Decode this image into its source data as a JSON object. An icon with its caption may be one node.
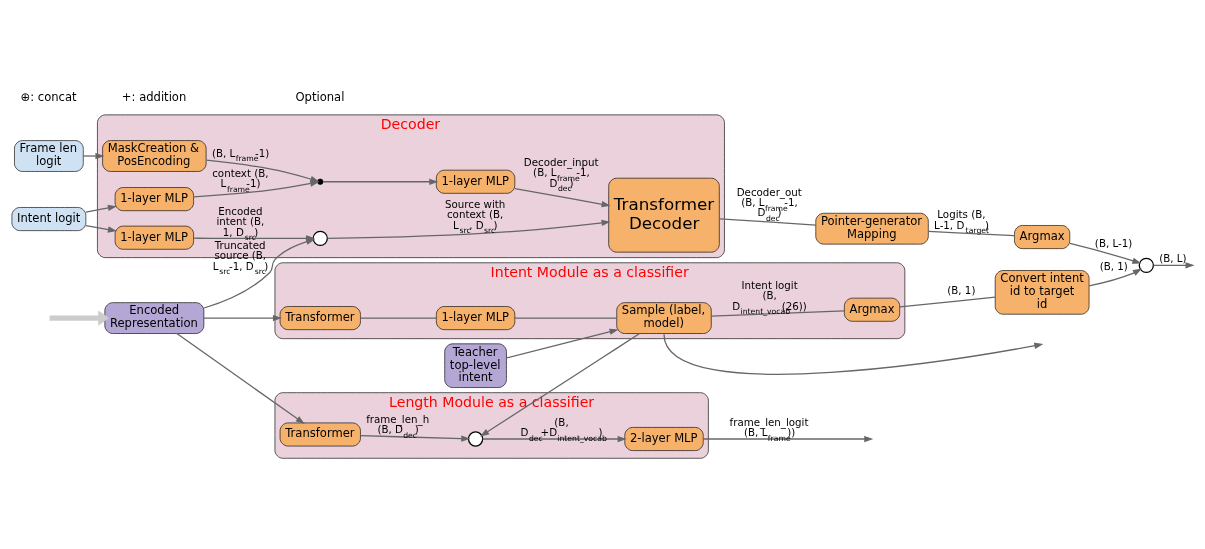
{
  "diagram": {
    "nodes": [
      {
        "text": [
          "Frame len logit"
        ]
      },
      {
        "text": [
          "Intent logit"
        ]
      },
      {
        "text": [
          "Decoder"
        ]
      },
      {
        "text": [
          "MaskCreation & PosEncoding"
        ],
        "in": 2
      },
      {
        "text": [
          "1-layer MLP"
        ],
        "in": 2
      },
      {
        "text": [
          "1-layer MLP"
        ],
        "in": 2
      },
      {
        "text": [],
        "shape": "plus",
        "in": 2
      },
      {
        "text": [
          "1-layer MLP"
        ],
        "in": 2
      },
      {
        "text": [
          "Transformer Decoder"
        ],
        "in": 2
      },
      {
        "text": [],
        "shape": "circle",
        "in": 2
      },
      {
        "text": [
          "Pointer-generator Mapping"
        ]
      },
      {
        "text": [
          "Argmax"
        ]
      },
      {
        "text": [],
        "shape": "circle"
      },
      {
        "text": [
          "Encoded Representation"
        ]
      },
      {
        "text": [
          "Length Module as a classifier"
        ]
      },
      {
        "text": [
          "Transformer"
        ],
        "in": 14
      },
      {
        "text": [],
        "shape": "circle",
        "in": 14
      },
      {
        "text": [
          "2-layer MLP"
        ],
        "in": 14
      },
      {
        "text": [
          "Intent Module as a classifier"
        ]
      },
      {
        "text": [
          "Transformer"
        ],
        "in": 18
      },
      {
        "text": [
          "1-layer MLP"
        ],
        "in": 18
      },
      {
        "text": [
          "Sample (label, model)"
        ],
        "in": 18
      },
      {
        "text": [
          "Argmax"
        ],
        "in": 18
      },
      {
        "text": [
          "Convert intent id to target id"
        ]
      },
      {
        "text": [
          "Teacher top-level intent"
        ]
      }
    ],
    "edges": [
      {
        "from": 0,
        "to": 3,
        "arrow": "to"
      },
      {
        "from": 1,
        "to": 4,
        "arrow": "to"
      },
      {
        "from": 1,
        "to": 5,
        "arrow": "to"
      },
      {
        "from": 3,
        "to": 6,
        "arrow": "to",
        "label": "(B, L$_{frame}$-1)"
      },
      {
        "from": 4,
        "to": 6,
        "arrow": "to",
        "label": "context (B, L$_{frame}$-1)"
      },
      {
        "from": 6,
        "to": 7,
        "arrow": "to"
      },
      {
        "from": 7,
        "to": 8,
        "arrow": "to",
        "label": "Decoder_input (B, L$_{frame}$-1, D$_{dec}$)"
      },
      {
        "from": 5,
        "to": 9,
        "arrow": "to",
        "label": "Encoded intent (B, 1, D$_{src}$)"
      },
      {
        "from": 13,
        "to": 9,
        "arrow": "to",
        "label": "Truncated source (B, L$_{src}$-1, D$_{src}$)"
      },
      {
        "from": 9,
        "to": 8,
        "arrow": "to",
        "label": "Source with context (B, L$_{src}$, D$_{src}$)"
      },
      {
        "from": 8,
        "to": 10,
        "arrow": "none",
        "label": "Decoder_out (B, L$_{frame}$-1, D$_{dec}$)"
      },
      {
        "from": 10,
        "to": 11,
        "arrow": "none",
        "label": "Logits (B, L-1, D$_{target}$)"
      },
      {
        "from": 11,
        "to": 12,
        "arrow": "to",
        "label": "(B, L-1)"
      },
      {
        "from": 12,
        "to": null,
        "arrow": "to",
        "label": "(B, L)"
      },
      {
        "from": 13,
        "to": 15,
        "arrow": "to"
      },
      {
        "from": 15,
        "to": 16,
        "arrow": "to",
        "label": "frame_len_h (B, D$_{dec}$)"
      },
      {
        "from": 16,
        "to": 17,
        "arrow": "to",
        "label": "(B, D$_{dec}$+D$_{intent_vocab}$)"
      },
      {
        "from": 17,
        "to": null,
        "arrow": "to",
        "label": "frame_len_logit (B, L$_{frame}$))"
      },
      {
        "from": 13,
        "to": 19,
        "arrow": "to"
      },
      {
        "from": 19,
        "to": 20,
        "arrow": "none"
      },
      {
        "from": 20,
        "to": 21,
        "arrow": "none"
      },
      {
        "from": 21,
        "to": 22,
        "arrow": "none",
        "label": "Intent logit (B, D$_{intent_vocab}$(26))"
      },
      {
        "from": 21,
        "to": 16,
        "arrow": "to"
      },
      {
        "from": 21,
        "to": null,
        "arrow": "to"
      },
      {
        "from": 22,
        "to": 23,
        "arrow": "none",
        "label": "(B, 1)"
      },
      {
        "from": 23,
        "to": 12,
        "arrow": "to",
        "label": "(B, 1)"
      },
      {
        "from": 24,
        "to": 21,
        "arrow": "to"
      },
      {
        "from": null,
        "to": 13,
        "arrow": "to",
        "style": "thick",
        "color": "#cccccc"
      }
    ],
    "labels": [
      "⊕: concat",
      "+: addition",
      "Optional"
    ]
  }
}
